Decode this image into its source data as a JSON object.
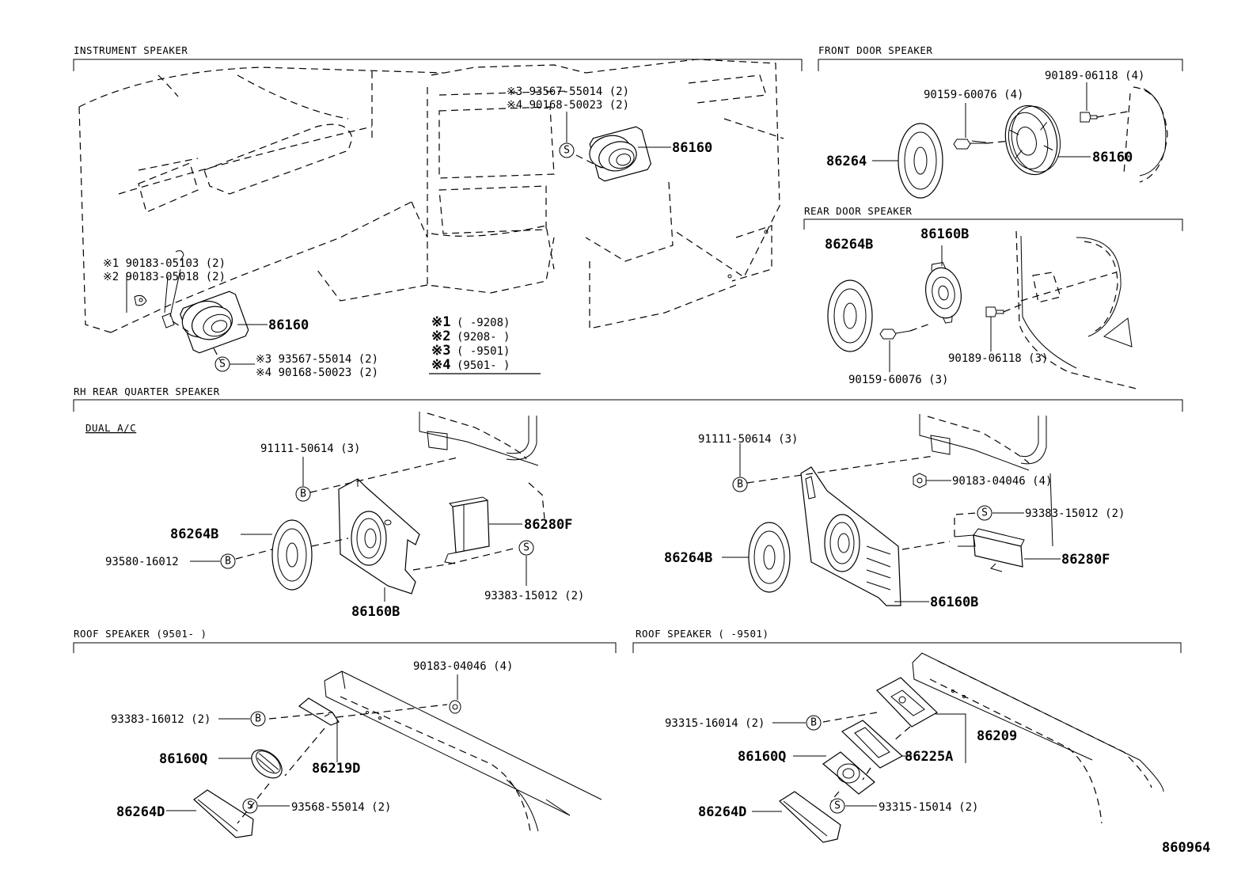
{
  "sections": {
    "instrument": "INSTRUMENT SPEAKER",
    "front_door": "FRONT DOOR SPEAKER",
    "rear_door": "REAR DOOR SPEAKER",
    "rh_rear_quarter": "RH REAR QUARTER SPEAKER",
    "dual_ac": "DUAL A/C",
    "roof_new": "ROOF SPEAKER (9501-     )",
    "roof_old": "ROOF SPEAKER (     -9501)"
  },
  "instrument": {
    "callout_top_1": "※3 93567-55014 (2)",
    "callout_top_2": "※4 90168-50023 (2)",
    "top_speaker": "86160",
    "left_1": "※1 90183-05103 (2)",
    "left_2": "※2 90183-05018 (2)",
    "left_speaker": "86160",
    "bottom_1": "※3 93567-55014 (2)",
    "bottom_2": "※4 90168-50023 (2)"
  },
  "legend": [
    {
      "mark": "※1",
      "range": "(      -9208)"
    },
    {
      "mark": "※2",
      "range": "(9208-      )"
    },
    {
      "mark": "※3",
      "range": "(      -9501)"
    },
    {
      "mark": "※4",
      "range": "(9501-      )"
    }
  ],
  "front_door": {
    "bolt": "90189-06118 (4)",
    "screw": "90159-60076 (4)",
    "grille": "86264",
    "speaker": "86160"
  },
  "rear_door": {
    "grille": "86264B",
    "speaker": "86160B",
    "screw": "90159-60076 (3)",
    "bolt": "90189-06118 (3)"
  },
  "quarter_left": {
    "bolt_top": "91111-50614 (3)",
    "grille": "86264B",
    "bolt_bottom": "93580-16012",
    "amp": "86280F",
    "screw": "93383-15012 (2)",
    "speaker": "86160B"
  },
  "quarter_right": {
    "bolt_top": "91111-50614 (3)",
    "nut": "90183-04046 (4)",
    "screw": "93383-15012 (2)",
    "amp": "86280F",
    "grille": "86264B",
    "speaker": "86160B"
  },
  "roof_new": {
    "nut": "90183-04046 (4)",
    "bolt": "93383-16012 (2)",
    "speaker": "86160Q",
    "bracket": "86219D",
    "grille": "86264D",
    "screw": "93568-55014 (2)"
  },
  "roof_old": {
    "bolt": "93315-16014 (2)",
    "bracket": "86209",
    "gasket": "86225A",
    "speaker": "86160Q",
    "grille": "86264D",
    "screw": "93315-15014 (2)"
  },
  "circle_letters": {
    "s": "S",
    "b": "B"
  },
  "diagram_id": "860964"
}
